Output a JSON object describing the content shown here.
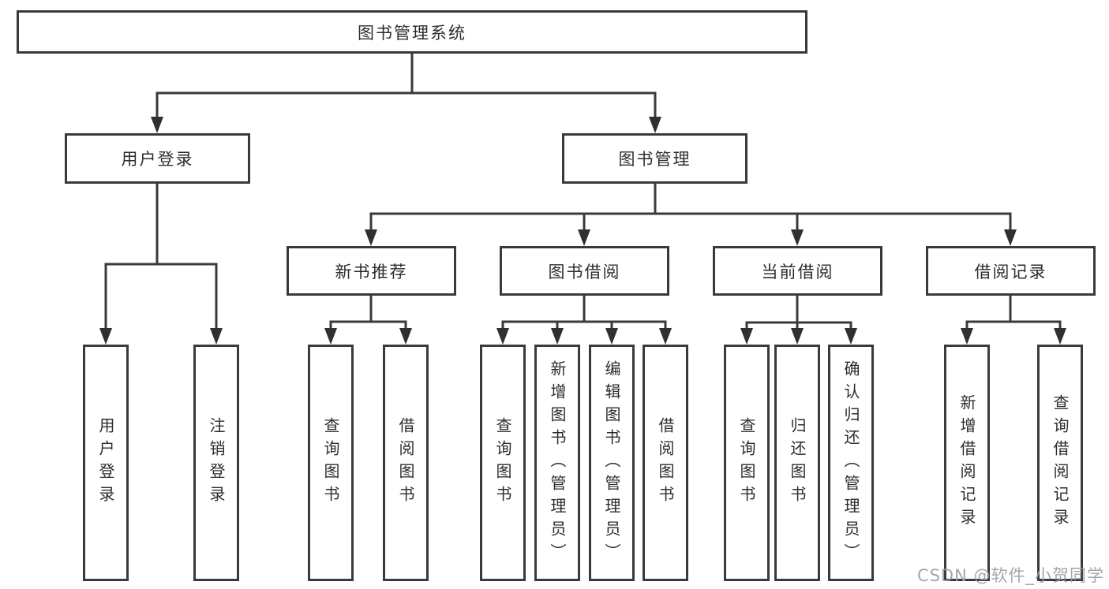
{
  "colors": {
    "line": "#3a3a3a",
    "box_border": "#3a3a3a",
    "box_fill": "#ffffff",
    "text": "#2d2d2d",
    "watermark": "#9e9e9e"
  },
  "nodes": {
    "root": "图书管理系统",
    "user_login": "用户登录",
    "book_management": "图书管理",
    "new_book_recommend": "新书推荐",
    "book_borrow": "图书借阅",
    "current_borrow": "当前借阅",
    "borrow_records": "借阅记录",
    "leaf_user_login": "用户登录",
    "leaf_logout": "注销登录",
    "leaf_rec_query_books": "查询图书",
    "leaf_rec_borrow_books": "借阅图书",
    "leaf_bb_query_books": "查询图书",
    "leaf_bb_add_books": "新增图书（管理员）",
    "leaf_bb_edit_books": "编辑图书（管理员）",
    "leaf_bb_borrow_books": "借阅图书",
    "leaf_cb_query_books": "查询图书",
    "leaf_cb_return_books": "归还图书",
    "leaf_cb_confirm_return": "确认归还（管理员）",
    "leaf_br_add_record": "新增借阅记录",
    "leaf_br_query_record": "查询借阅记录"
  },
  "watermark": {
    "text": "CSDN @软件_小贺同学"
  }
}
